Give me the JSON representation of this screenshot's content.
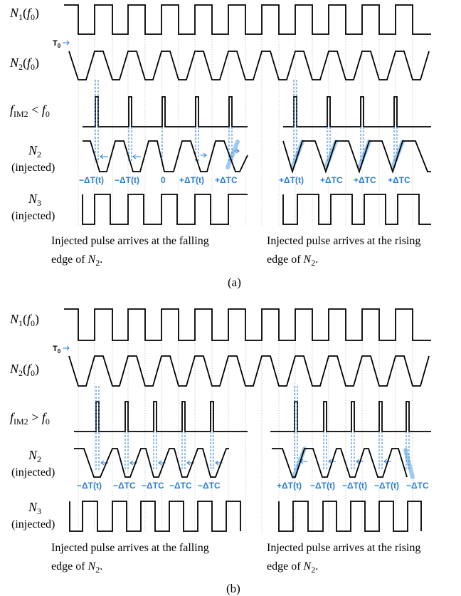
{
  "panels": [
    {
      "id": "a",
      "panel_label": "(a)",
      "signals": {
        "n1": "N1(f0)",
        "n2": "N2(f0)",
        "fim2": "fIM2 < f0",
        "n2_injected": "N2",
        "n3_injected": "N3",
        "injected_word": "(injected)"
      },
      "t0_label": "T0",
      "left_annotations": [
        "−ΔT(t)",
        "−ΔT(t)",
        "0",
        "+ΔT(t)",
        "+ΔTC"
      ],
      "right_annotations": [
        "+ΔT(t)",
        "+ΔTC",
        "+ΔTC",
        "+ΔTC"
      ],
      "left_caption": [
        "Injected pulse arrives at the falling",
        "edge of N2."
      ],
      "right_caption": [
        "Injected pulse arrives at the rising",
        "edge of N2."
      ]
    },
    {
      "id": "b",
      "panel_label": "(b)",
      "signals": {
        "n1": "N1(f0)",
        "n2": "N2(f0)",
        "fim2": "fIM2 > f0",
        "n2_injected": "N2",
        "n3_injected": "N3",
        "injected_word": "(injected)"
      },
      "t0_label": "T0",
      "left_annotations": [
        "−ΔT(t)",
        "−ΔTC",
        "−ΔTC",
        "−ΔTC",
        "−ΔTC"
      ],
      "right_annotations": [
        "+ΔT(t)",
        "−ΔT(t)",
        "−ΔT(t)",
        "−ΔT(t)",
        "−ΔTC"
      ],
      "left_caption": [
        "Injected pulse arrives at the falling",
        "edge of N2."
      ],
      "right_caption": [
        "Injected pulse arrives at the rising",
        "edge of N2."
      ]
    }
  ],
  "colors": {
    "injection": "#2a7fd4",
    "highlight": "#8fc3ee",
    "trace": "#000000"
  }
}
